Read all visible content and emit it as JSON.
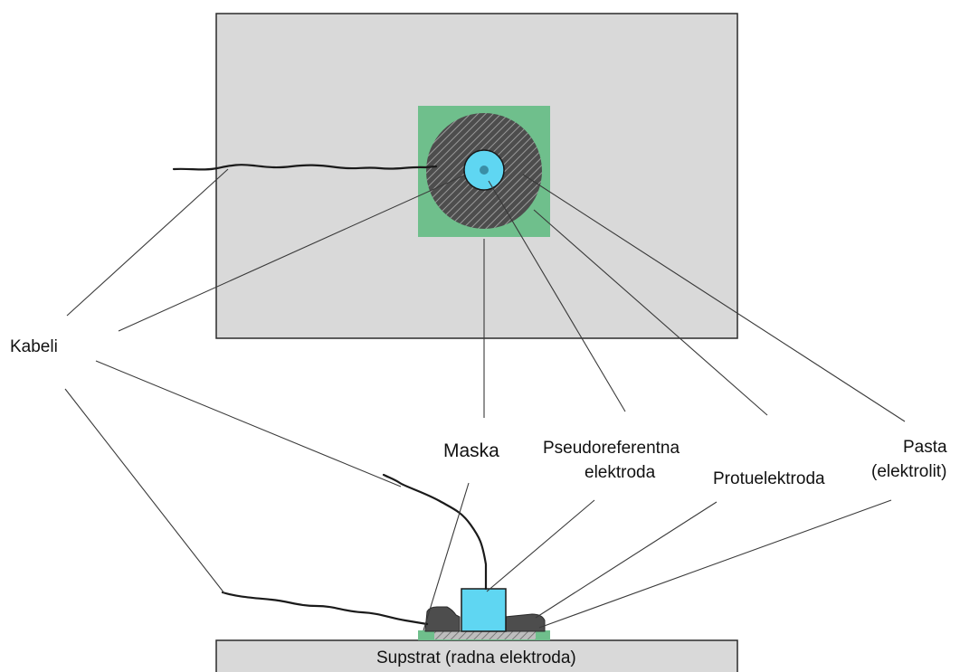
{
  "labels": {
    "kabeli": "Kabeli",
    "maska": "Maska",
    "pseudo_line1": "Pseudoreferentna",
    "pseudo_line2": "elektroda",
    "protuelektroda": "Protuelektroda",
    "pasta_line1": "Pasta",
    "pasta_line2": "(elektrolit)",
    "supstrat": "Supstrat (radna elektroda)"
  },
  "colors": {
    "substrate": "#d9d9d9",
    "mask": "#6fbf8c",
    "paste_dark": "#4d4d4d",
    "paste_hatch": "#9a9a9a",
    "electrode": "#5fd6f2",
    "outline": "#2b2b2b",
    "wire": "#1a1a1a"
  }
}
